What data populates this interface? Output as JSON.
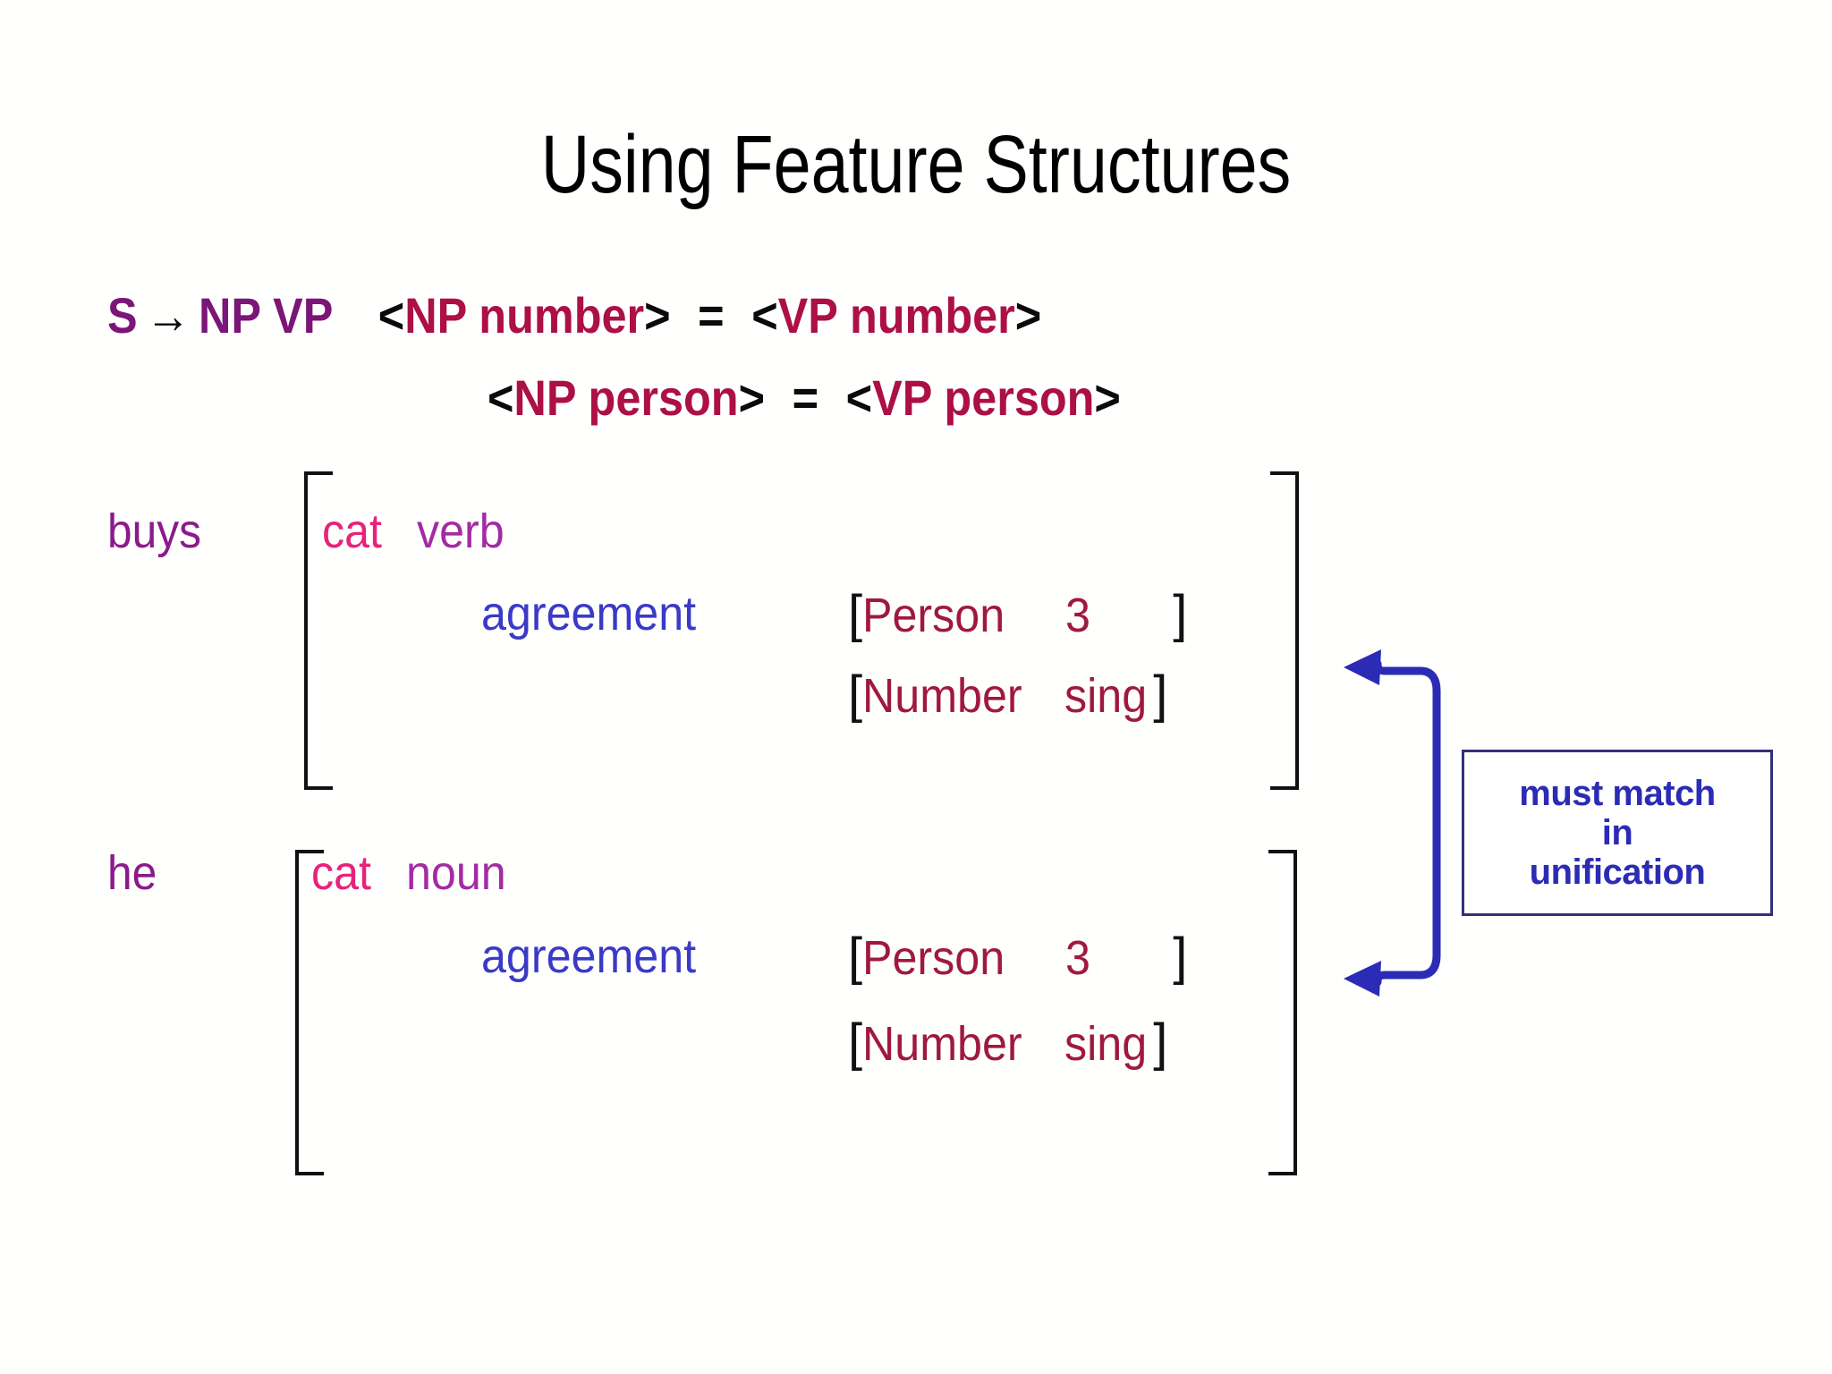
{
  "slide": {
    "title": "Using Feature Structures",
    "background_color": "#ffffff"
  },
  "colors": {
    "title": "#000000",
    "nonterminal_purple": "#7B1577",
    "path_crimson": "#AC1044",
    "bracket_black": "#111111",
    "cat_key_pink": "#E8227A",
    "cat_value_purple": "#A32BA3",
    "agreement_blue": "#3A3AC6",
    "feature_crimson": "#A01840",
    "annotation_navy": "#2B2BB5",
    "annotation_border": "#33307A"
  },
  "rule": {
    "line1": {
      "lhs": "S",
      "arrow": "→",
      "rhs": "NP VP",
      "constraint": {
        "open1": "<",
        "left": "NP number",
        "close1": ">",
        "equals": "=",
        "open2": "<",
        "right": "VP number",
        "close2": ">"
      }
    },
    "line2": {
      "constraint": {
        "open1": "<",
        "left": "NP person",
        "close1": ">",
        "equals": "=",
        "open2": "<",
        "right": "VP person",
        "close2": ">"
      }
    }
  },
  "structures": [
    {
      "word": "buys",
      "cat_key": "cat",
      "cat_value": "verb",
      "agreement_key": "agreement",
      "features": [
        {
          "open": "[",
          "key": "Person",
          "value": "3",
          "close": "]"
        },
        {
          "open": "[",
          "key": "Number",
          "value": "sing",
          "close": "]"
        }
      ]
    },
    {
      "word": "he",
      "cat_key": "cat",
      "cat_value": "noun",
      "agreement_key": "agreement",
      "features": [
        {
          "open": "[",
          "key": "Person",
          "value": "3",
          "close": "]"
        },
        {
          "open": "[",
          "key": "Number",
          "value": "sing",
          "close": "]"
        }
      ]
    }
  ],
  "annotation": {
    "line1": "must match",
    "line2": "in",
    "line3": "unification"
  }
}
